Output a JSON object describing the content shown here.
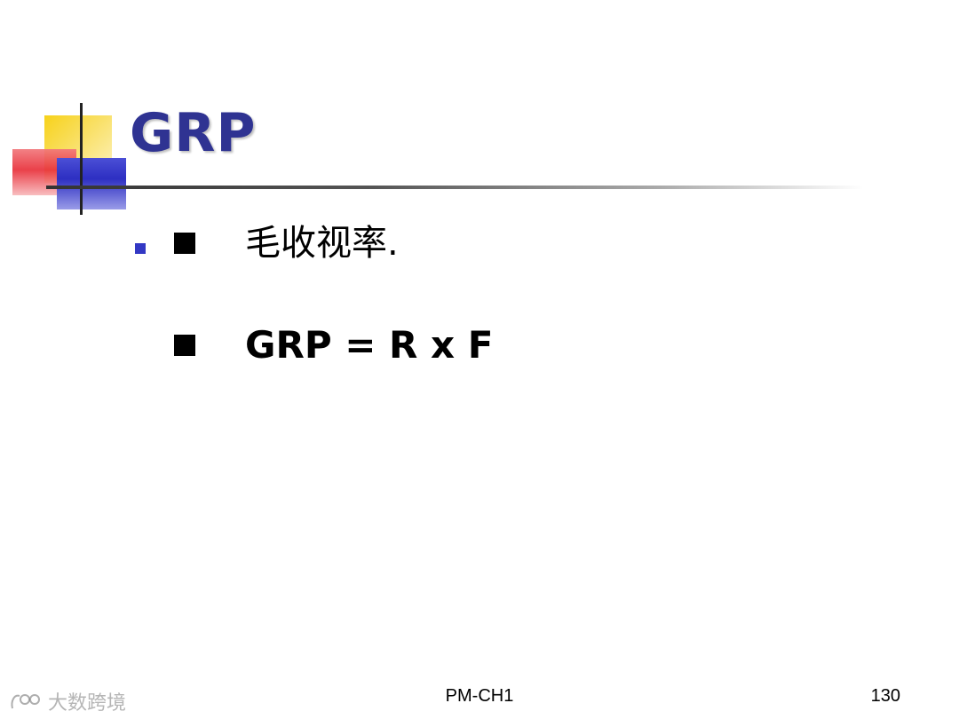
{
  "slide": {
    "title": "GRP",
    "bullets": [
      "毛收视率.",
      "GRP = R x F"
    ],
    "footer": {
      "center": "PM-CH1",
      "page_number": "130"
    },
    "watermark": "大数跨境",
    "colors": {
      "title": "#2f3392",
      "outer_bullet": "#3338c4",
      "sub_bullet": "#000000"
    }
  }
}
